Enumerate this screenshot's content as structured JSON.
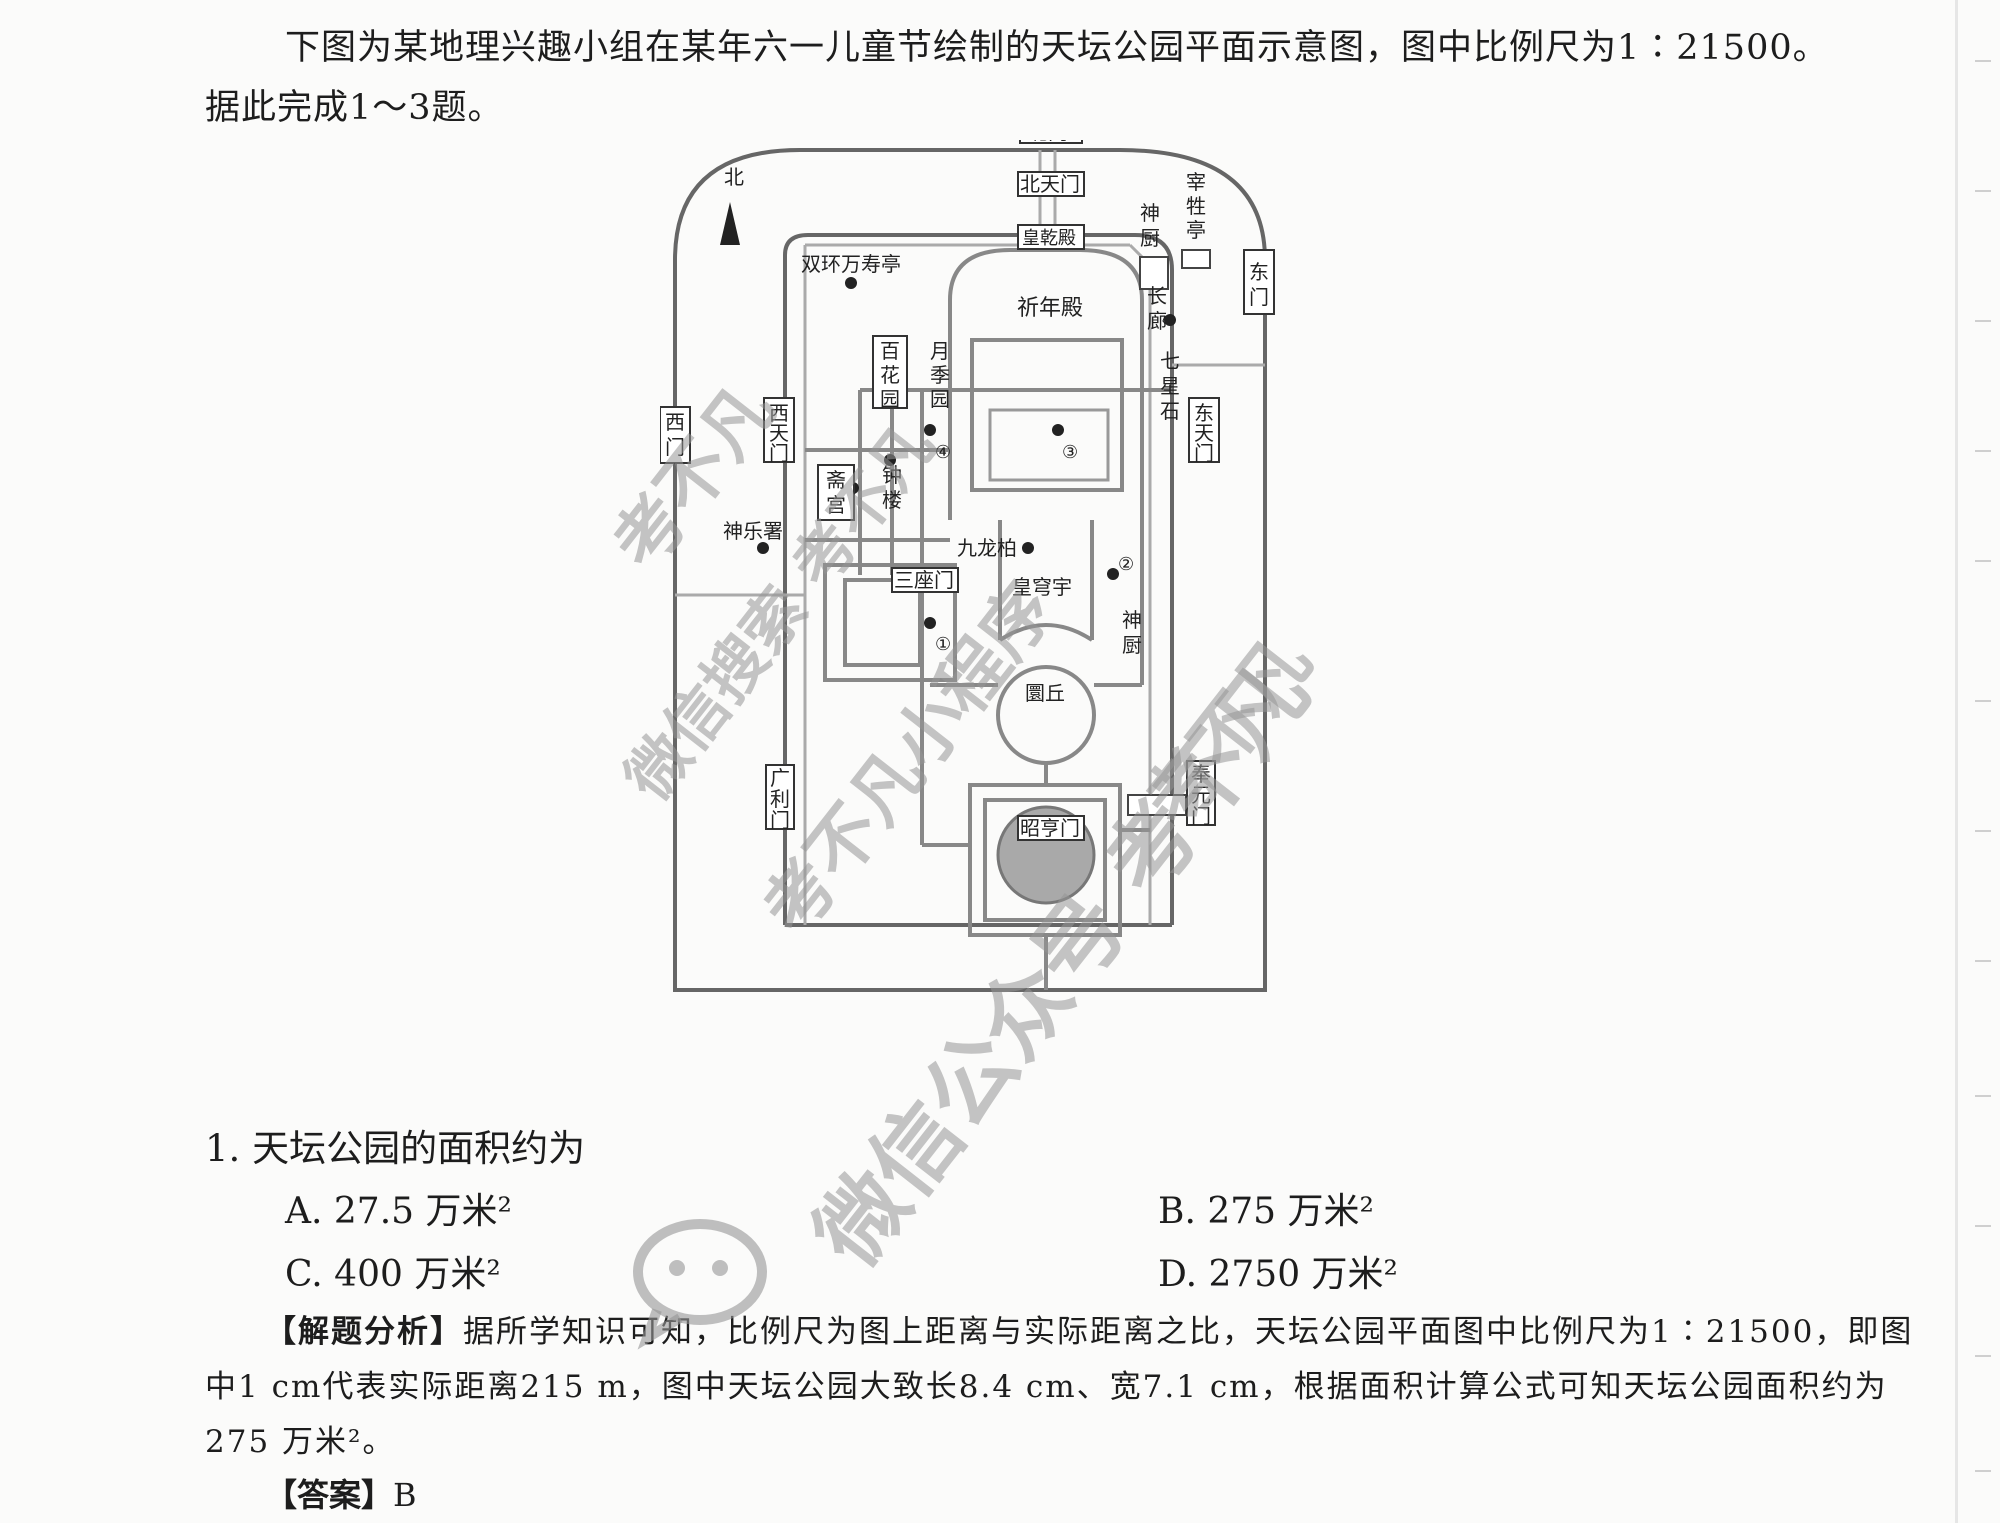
{
  "intro": {
    "line1": "下图为某地理兴趣小组在某年六一儿童节绘制的天坛公园平面示意图，图中比例尺为1∶21500。",
    "line2": "据此完成1～3题。"
  },
  "map": {
    "north_label": "北",
    "gates": {
      "north_gate": "北门",
      "north_heaven_gate": "北天门",
      "east_gate": [
        "东",
        "门"
      ],
      "east_heaven_gate": [
        "东",
        "天",
        "门"
      ],
      "west_gate": [
        "西",
        "门"
      ],
      "west_heaven_gate": [
        "西",
        "天",
        "门"
      ],
      "guangli_gate": [
        "广",
        "利",
        "门"
      ],
      "fengyuan_gate": [
        "奉",
        "元",
        "门"
      ],
      "zhaoheng_gate": "昭亨门",
      "sanzuo_gate": "三座门"
    },
    "buildings": {
      "huangqian": "皇乾殿",
      "qinian": "祈年殿",
      "huangqiong": "皇穹宇",
      "yuanqiu": "圜丘",
      "shenchu_top": [
        "神",
        "厨"
      ],
      "zaisheng": [
        "宰",
        "牲",
        "亭"
      ],
      "changlang": [
        "长",
        "廊"
      ],
      "qixingshi": [
        "七",
        "星",
        "石"
      ],
      "shuanghuan": "双环万寿亭",
      "baihua": [
        "百",
        "花",
        "园"
      ],
      "yueji": [
        "月",
        "季",
        "园"
      ],
      "zhaigong": [
        "斋",
        "宫"
      ],
      "zhonglou": [
        "钟",
        "楼"
      ],
      "shenyueshu": "神乐署",
      "jiulongbai": "九龙柏",
      "shenchu_bottom": [
        "神",
        "厨"
      ]
    },
    "markers": [
      "①",
      "②",
      "③",
      "④"
    ]
  },
  "question": {
    "number": "1.",
    "text": "天坛公园的面积约为",
    "options": [
      {
        "letter": "A.",
        "value": "27.5 万米²"
      },
      {
        "letter": "B.",
        "value": "275 万米²"
      },
      {
        "letter": "C.",
        "value": "400 万米²"
      },
      {
        "letter": "D.",
        "value": "2750 万米²"
      }
    ]
  },
  "analysis": {
    "tag": "【解题分析】",
    "text": "据所学知识可知，比例尺为图上距离与实际距离之比，天坛公园平面图中比例尺为1∶21500，即图中1 cm代表实际距离215 m，图中天坛公园大致长8.4 cm、宽7.1 cm，根据面积计算公式可知天坛公园面积约为275 万米²。"
  },
  "answer": {
    "tag": "【答案】",
    "value": "B"
  },
  "watermarks": [
    "考不凡",
    "微信搜索 考不凡",
    "考不凡小程序",
    "考不凡",
    "微信公众号 考不凡"
  ]
}
